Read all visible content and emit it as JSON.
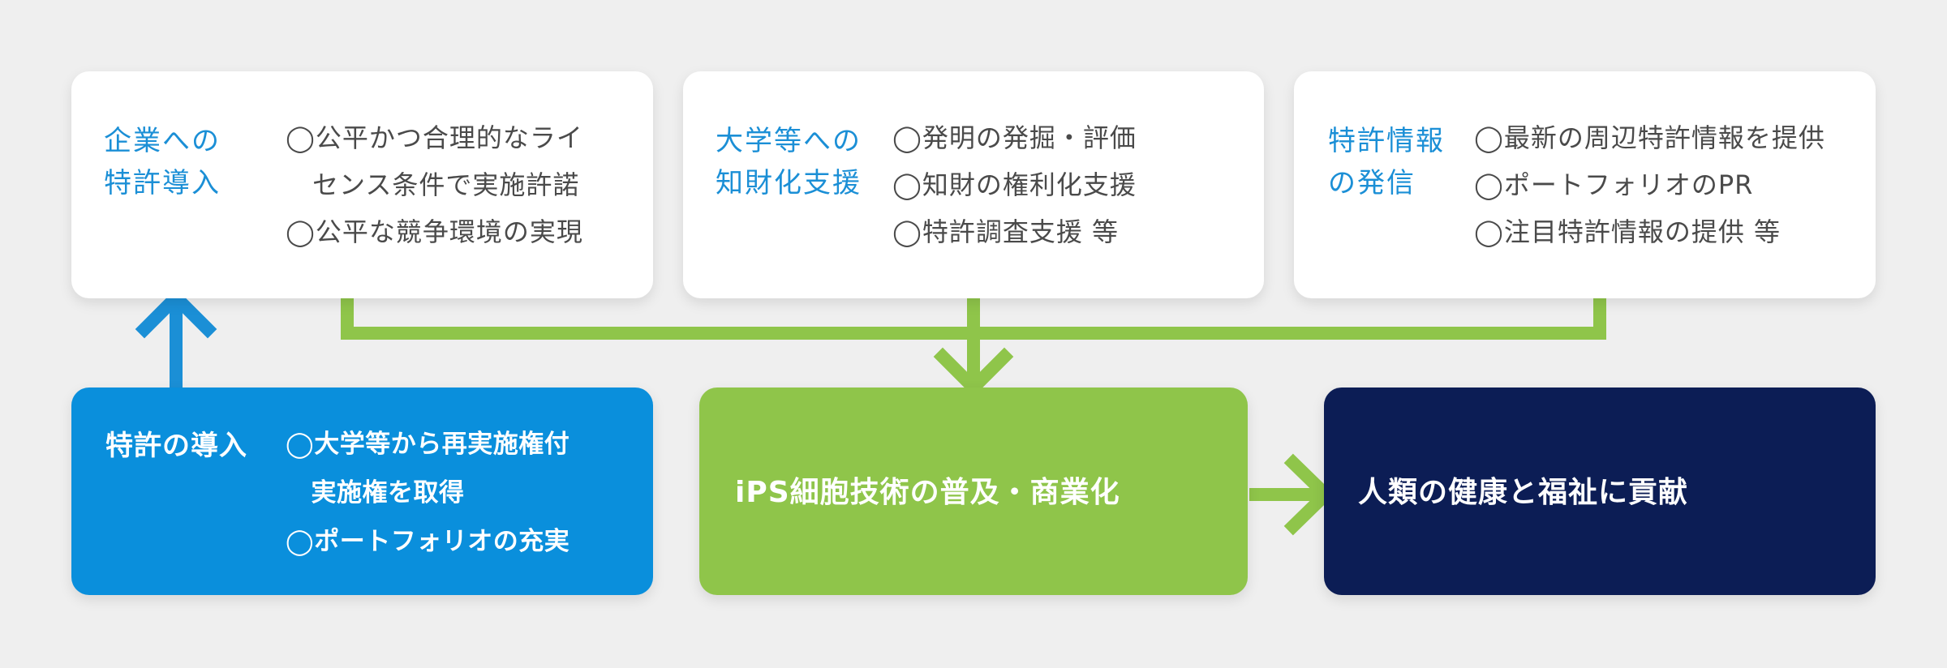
{
  "colors": {
    "background": "#efefef",
    "card_white": "#ffffff",
    "title_blue": "#1b8fd6",
    "body_gray": "#4a4a4a",
    "blue_box": "#0a8fdc",
    "green_box": "#8fc54a",
    "navy_box": "#0c1d55",
    "green_connector": "#8fc54a",
    "blue_arrow": "#1b8fd6"
  },
  "top_cards": [
    {
      "title_lines": [
        "企業への",
        "特許導入"
      ],
      "items": [
        "◯公平かつ合理的なライ",
        "　センス条件で実施許諾",
        "◯公平な競争環境の実現"
      ]
    },
    {
      "title_lines": [
        "大学等への",
        "知財化支援"
      ],
      "items": [
        "◯発明の発掘・評価",
        "◯知財の権利化支援",
        "◯特許調査支援 等"
      ]
    },
    {
      "title_lines": [
        "特許情報",
        "の発信"
      ],
      "items": [
        "◯最新の周辺特許情報を提供",
        "◯ポートフォリオのPR",
        "◯注目特許情報の提供 等"
      ]
    }
  ],
  "bottom": {
    "blue_box": {
      "title": "特許の導入",
      "items": [
        "◯大学等から再実施権付",
        "　実施権を取得",
        "◯ポートフォリオの充実"
      ]
    },
    "green_box": {
      "label": "iPS細胞技術の普及・商業化"
    },
    "navy_box": {
      "label": "人類の健康と福祉に貢献"
    }
  }
}
